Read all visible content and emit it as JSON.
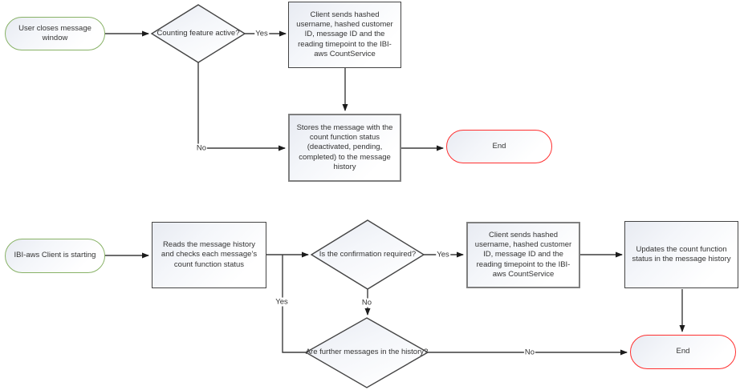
{
  "diagram": {
    "type": "flowchart",
    "colors": {
      "line": "#3d3d3d",
      "text": "#333333",
      "start_border": "#88b266",
      "end_border": "#ff2f2f",
      "box_border": "#444444",
      "box_border_gray": "#7f7f7f",
      "fill_top": "#e8ebf2",
      "fill_bottom": "#ffffff"
    },
    "nodes": {
      "start1": {
        "type": "start-terminator",
        "label": "User closes message window"
      },
      "decision1": {
        "type": "decision",
        "label": "Counting feature active?"
      },
      "process1": {
        "type": "process",
        "label": "Client sends hashed username, hashed customer ID, message ID and the reading timepoint to the IBI-aws CountService"
      },
      "process2": {
        "type": "process",
        "label": "Stores the message with the count function status (deactivated, pending, completed) to the message history"
      },
      "end1": {
        "type": "end-terminator",
        "label": "End"
      },
      "start2": {
        "type": "start-terminator",
        "label": "IBI-aws Client is starting"
      },
      "process3": {
        "type": "process",
        "label": "Reads the message history and checks each message’s count function status"
      },
      "decision2": {
        "type": "decision",
        "label": "Is the confirmation required?"
      },
      "process4": {
        "type": "process",
        "label": "Client sends hashed username, hashed customer ID, message ID and the reading timepoint to the IBI-aws CountService"
      },
      "process5": {
        "type": "process",
        "label": "Updates the count function status in the message history"
      },
      "decision3": {
        "type": "decision",
        "label": "Are further messages in the history?"
      },
      "end2": {
        "type": "end-terminator",
        "label": "End"
      }
    },
    "edge_labels": {
      "decision1_yes": "Yes",
      "decision1_no": "No",
      "decision2_yes": "Yes",
      "decision2_no": "No",
      "decision3_yes": "Yes",
      "decision3_no": "No"
    },
    "edges": [
      {
        "from": "start1",
        "to": "decision1",
        "label": ""
      },
      {
        "from": "decision1",
        "to": "process1",
        "label": "Yes"
      },
      {
        "from": "decision1",
        "to": "process2",
        "label": "No"
      },
      {
        "from": "process1",
        "to": "process2",
        "label": ""
      },
      {
        "from": "process2",
        "to": "end1",
        "label": ""
      },
      {
        "from": "start2",
        "to": "process3",
        "label": ""
      },
      {
        "from": "process3",
        "to": "decision2",
        "label": ""
      },
      {
        "from": "decision2",
        "to": "process4",
        "label": "Yes"
      },
      {
        "from": "decision2",
        "to": "decision3",
        "label": "No"
      },
      {
        "from": "process4",
        "to": "process5",
        "label": ""
      },
      {
        "from": "process5",
        "to": "end2",
        "label": ""
      },
      {
        "from": "decision3",
        "to": "decision2",
        "label": "Yes"
      },
      {
        "from": "decision3",
        "to": "end2",
        "label": "No"
      }
    ]
  }
}
